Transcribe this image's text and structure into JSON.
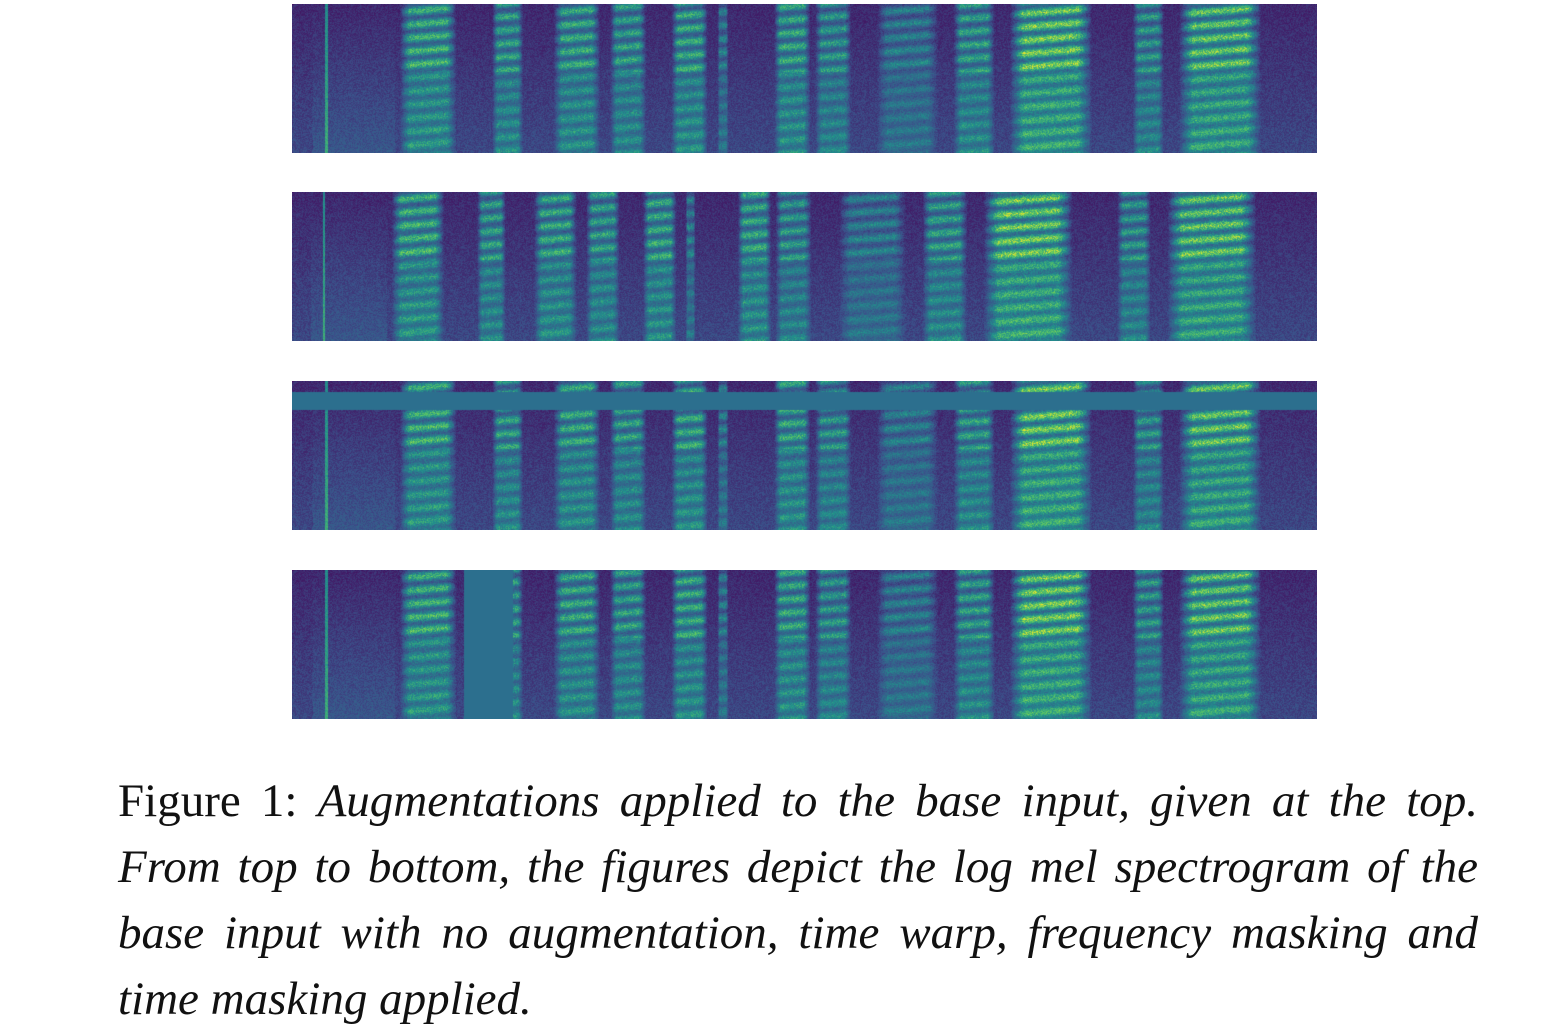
{
  "figure": {
    "panels": [
      {
        "augmentation": "none",
        "mask": null
      },
      {
        "augmentation": "time warp",
        "mask": null
      },
      {
        "augmentation": "frequency masking",
        "mask": {
          "type": "frequency",
          "band": [
            0.07,
            0.19
          ]
        }
      },
      {
        "augmentation": "time masking",
        "mask": {
          "type": "time",
          "band": [
            0.167,
            0.215
          ]
        }
      }
    ],
    "colormap": [
      "#440154",
      "#3b528b",
      "#21918c",
      "#5ec962",
      "#fde725"
    ],
    "mask_color": "#2c6f8e"
  },
  "caption": {
    "label": "Figure 1:",
    "text": "Augmentations applied to the base input, given at the top. From top to bottom, the figures depict the log mel spectrogram of the base input with no augmentation, time warp, frequency masking and time masking applied."
  }
}
